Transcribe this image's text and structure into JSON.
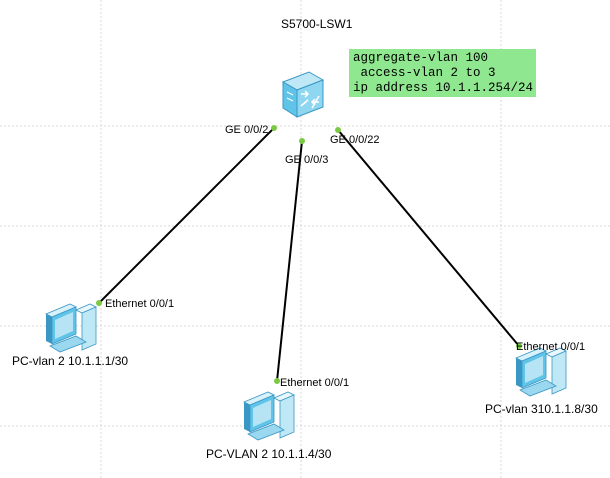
{
  "switch": {
    "name": "S5700-LSW1"
  },
  "config_note": {
    "line1": "aggregate-vlan 100",
    "line2": " access-vlan 2 to 3",
    "line3": "ip address 10.1.1.254/24"
  },
  "ports": {
    "sw_p1": "GE 0/0/2",
    "sw_p2": "GE 0/0/3",
    "sw_p3": "GE 0/0/22",
    "pc1_port": "Ethernet 0/0/1",
    "pc2_port": "Ethernet 0/0/1",
    "pc3_port": "Ethernet 0/0/1"
  },
  "pcs": {
    "pc1": "PC-vlan 2 10.1.1.1/30",
    "pc2": "PC-VLAN 2 10.1.1.4/30",
    "pc3": "PC-vlan 310.1.1.8/30"
  },
  "colors": {
    "link": "#000000",
    "port_dot": "#7ac943",
    "grid": "#d8d8d8",
    "note_bg": "#8fe88f",
    "device": "#5fc4e8"
  }
}
